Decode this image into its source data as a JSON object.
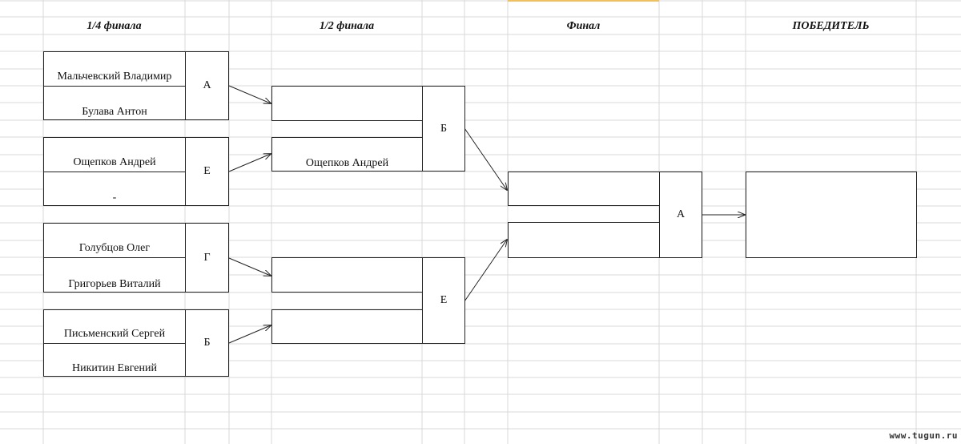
{
  "headers": {
    "quarter": "1/4 финала",
    "semi": "1/2 финала",
    "final": "Финал",
    "winner": "ПОБЕДИТЕЛЬ"
  },
  "quarter_finals": [
    {
      "top": "Мальчевский Владимир",
      "bottom": "Булава Антон",
      "group": "А"
    },
    {
      "top": "Ощепков Андрей",
      "bottom": "-",
      "group": "Е"
    },
    {
      "top": "Голубцов Олег",
      "bottom": "Григорьев Виталий",
      "group": "Г"
    },
    {
      "top": "Письменский Сергей",
      "bottom": "Никитин Евгений",
      "group": "Б"
    }
  ],
  "semi_finals": [
    {
      "top": "",
      "bottom": "Ощепков Андрей",
      "group": "Б"
    },
    {
      "top": "",
      "bottom": "",
      "group": "Е"
    }
  ],
  "final": {
    "top": "",
    "bottom": "",
    "group": "А"
  },
  "winner": {
    "name": ""
  },
  "watermark": "www.tugun.ru"
}
